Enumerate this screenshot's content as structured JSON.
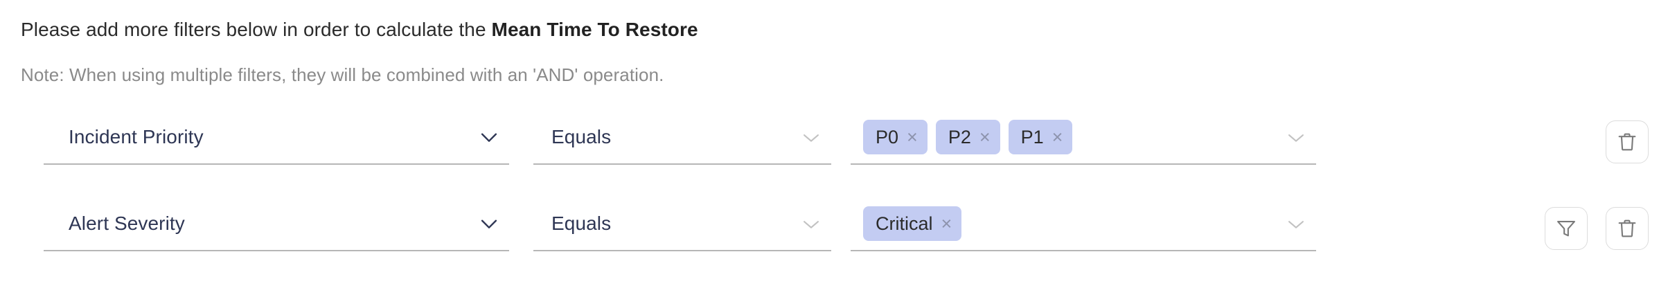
{
  "header": {
    "instruction_prefix": "Please add more filters below in order to calculate the ",
    "instruction_metric": "Mean Time To Restore",
    "note": "Note: When using multiple filters, they will be combined with an 'AND' operation."
  },
  "colors": {
    "chip_background": "#c3ccf2",
    "field_text": "#2e3654",
    "underline": "#b6b6b6",
    "note_text": "#8a8a8a",
    "icon_stroke": "#7a7a7a",
    "button_border": "#dcdcdc"
  },
  "filters": [
    {
      "attribute": "Incident Priority",
      "operator": "Equals",
      "values": [
        "P0",
        "P2",
        "P1"
      ],
      "remove_label": "×",
      "actions": [
        "delete"
      ]
    },
    {
      "attribute": "Alert Severity",
      "operator": "Equals",
      "values": [
        "Critical"
      ],
      "remove_label": "×",
      "actions": [
        "filter",
        "delete"
      ]
    }
  ]
}
